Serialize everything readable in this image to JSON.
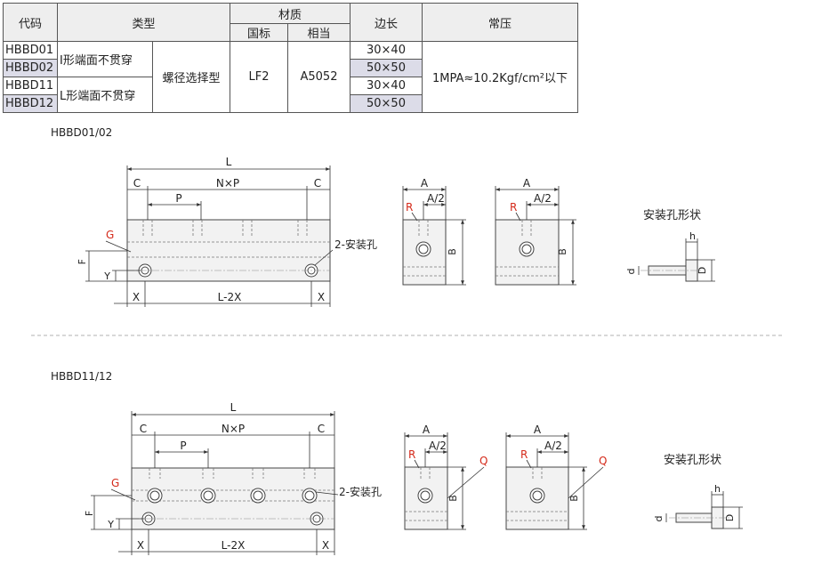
{
  "table": {
    "headers": {
      "code": "代码",
      "type": "类型",
      "material": "材质",
      "material_std": "国标",
      "material_eq": "相当",
      "side": "边长",
      "pressure": "常压"
    },
    "codes": [
      "HBBD01",
      "HBBD02",
      "HBBD11",
      "HBBD12"
    ],
    "type_a": "I形端面不贯穿",
    "type_b": "L形端面不贯穿",
    "thread": "螺径选择型",
    "material_std": "LF2",
    "material_eq": "A5052",
    "sides": [
      "30×40",
      "50×50",
      "30×40",
      "50×50"
    ],
    "pressure": "1MPA≈10.2Kgf/cm²以下"
  },
  "section1": {
    "title": "HBBD01/02"
  },
  "section2": {
    "title": "HBBD11/12"
  },
  "dims": {
    "L": "L",
    "C": "C",
    "NxP": "N×P",
    "P": "P",
    "G": "G",
    "F": "F",
    "Y": "Y",
    "X": "X",
    "L2X": "L-2X",
    "holes": "2-安装孔",
    "A": "A",
    "A2": "A/2",
    "R": "R",
    "B": "B",
    "Q": "Q",
    "d": "d",
    "h": "h",
    "D": "D"
  },
  "hole_shape": "安装孔形状"
}
